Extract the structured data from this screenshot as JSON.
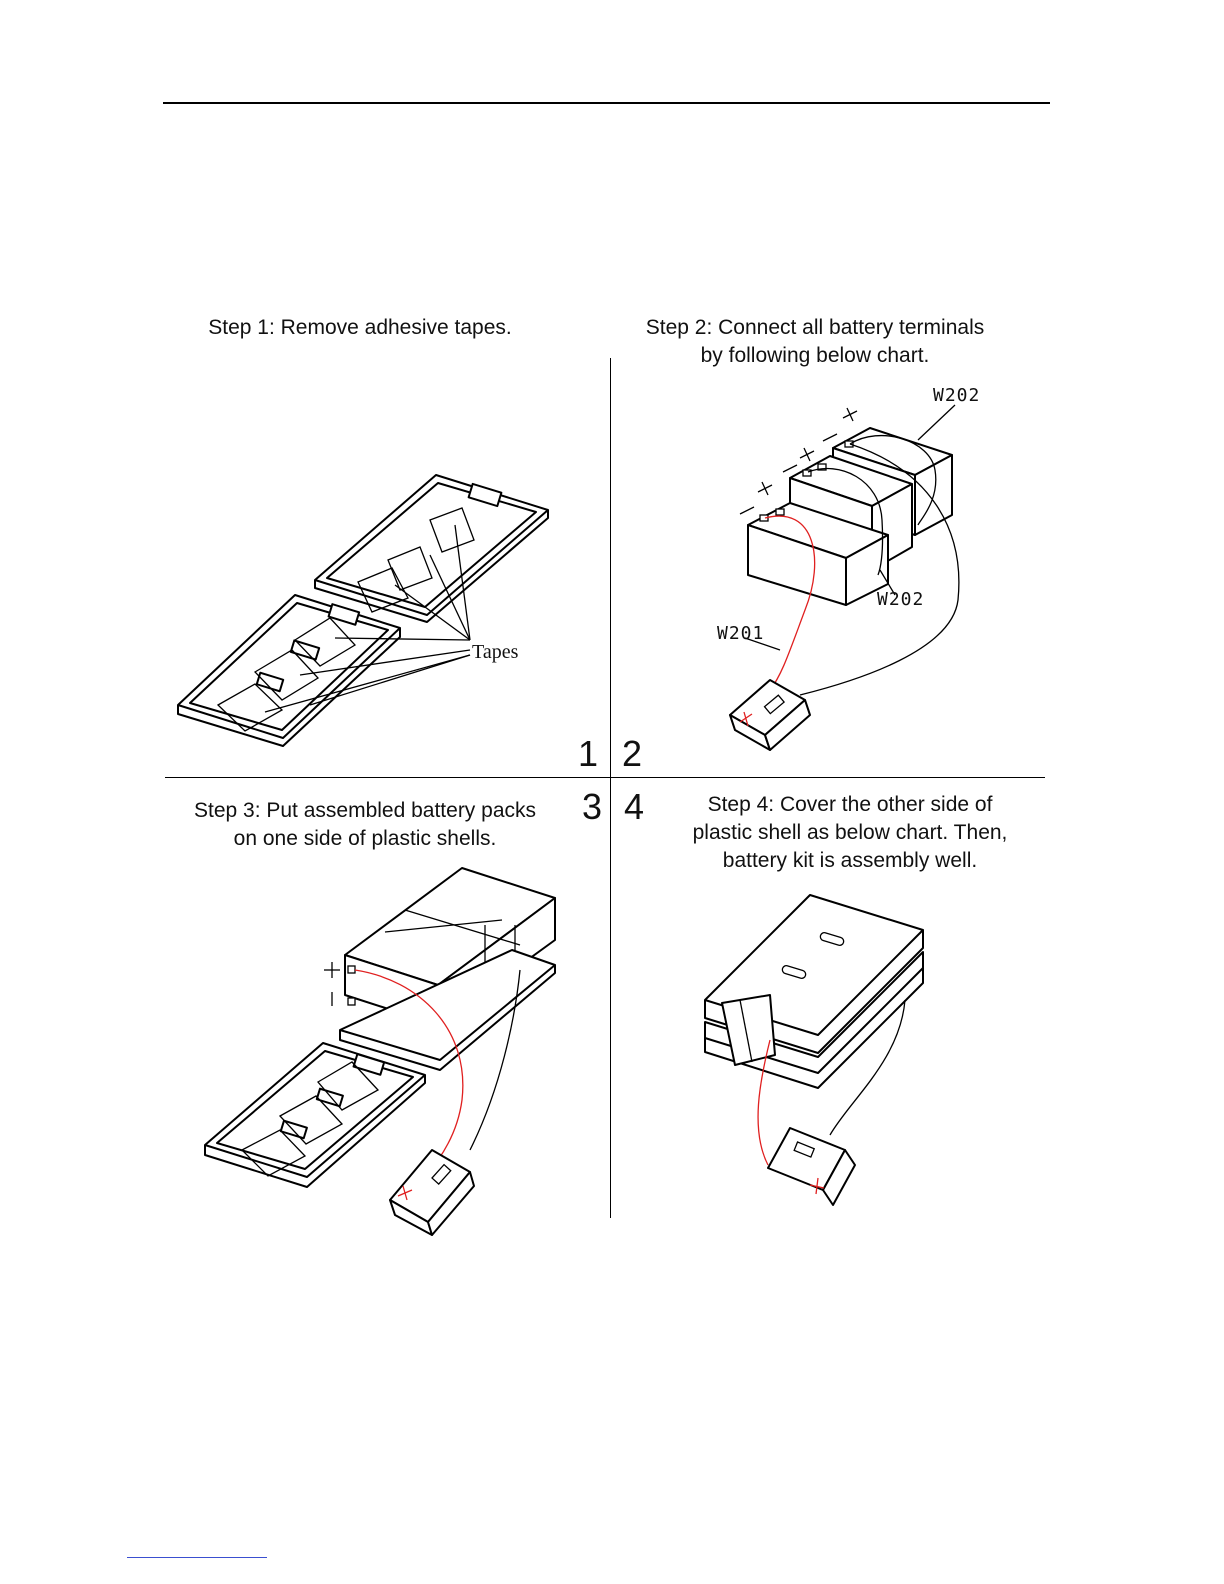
{
  "steps": {
    "step1": {
      "caption": "Step 1: Remove adhesive tapes.",
      "tapes_label": "Tapes"
    },
    "step2": {
      "caption_line1": "Step 2: Connect all battery terminals",
      "caption_line2": "by following below chart.",
      "wire_labels": [
        "W202",
        "W202",
        "W201"
      ]
    },
    "step3": {
      "caption_line1": "Step 3: Put assembled battery packs",
      "caption_line2": "on one side of plastic shells."
    },
    "step4": {
      "caption_line1": "Step 4: Cover the other side of",
      "caption_line2": "plastic shell as below chart. Then,",
      "caption_line3": "battery kit is assembly well."
    }
  },
  "quadrant_numbers": [
    "1",
    "2",
    "3",
    "4"
  ],
  "colors": {
    "line": "#000000",
    "wire_positive": "#e02020",
    "footer_rule": "#3a4fd0"
  }
}
